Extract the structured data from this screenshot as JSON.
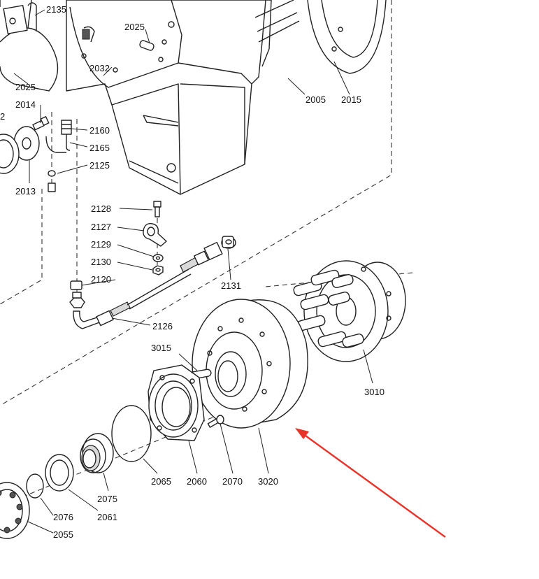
{
  "labels": {
    "p2135": "2135",
    "p2025a": "2025",
    "p2032": "2032",
    "p2025b": "2025",
    "p2014": "2014",
    "p2": "2",
    "p2160": "2160",
    "p2165": "2165",
    "p2125": "2125",
    "p2013": "2013",
    "p2005": "2005",
    "p2015": "2015",
    "p2128": "2128",
    "p2127": "2127",
    "p2129": "2129",
    "p2130": "2130",
    "p2120": "2120",
    "p2131": "2131",
    "p2126": "2126",
    "p3015": "3015",
    "p3010": "3010",
    "p2065": "2065",
    "p2060": "2060",
    "p2070": "2070",
    "p3020": "3020",
    "p2075": "2075",
    "p2076": "2076",
    "p2061": "2061",
    "p2055": "2055"
  },
  "colors": {
    "line": "#222222",
    "arrow": "#e8332a",
    "background": "#ffffff"
  }
}
